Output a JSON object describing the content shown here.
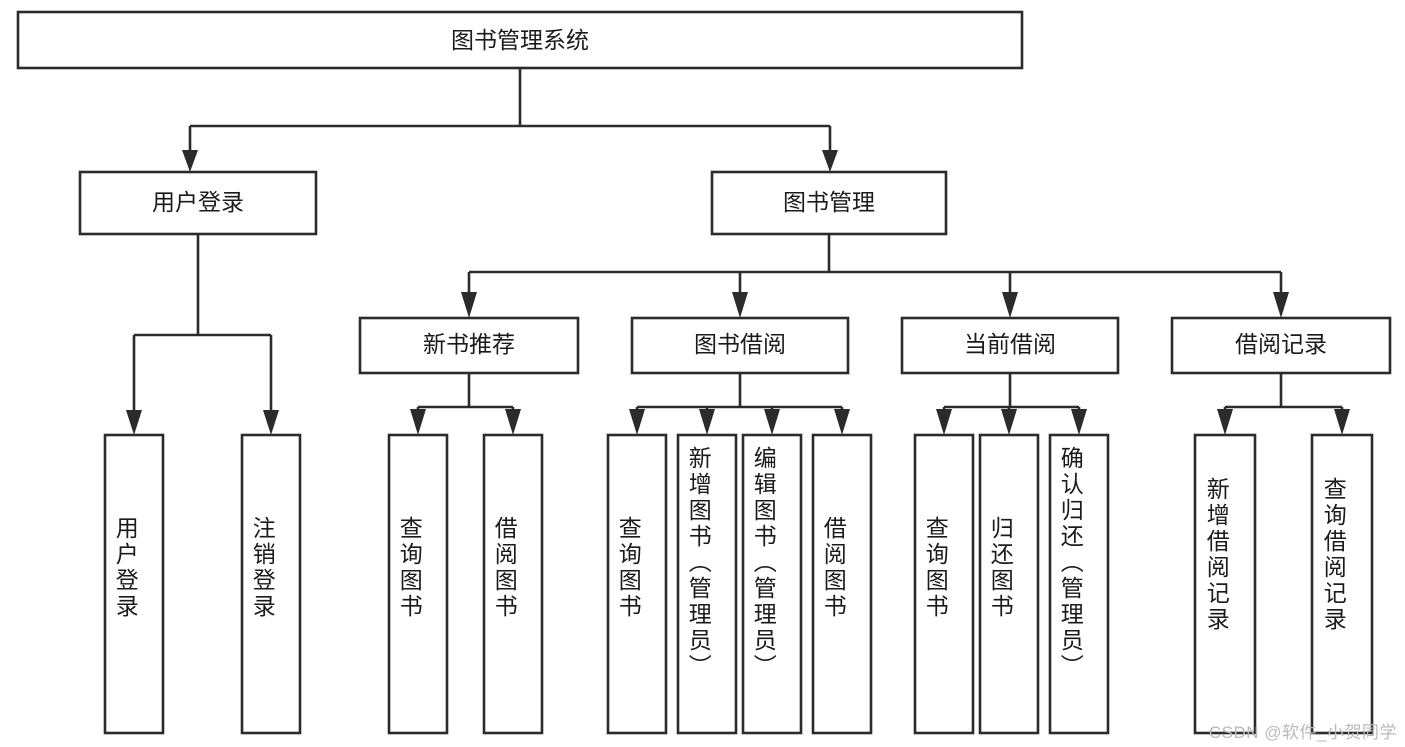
{
  "diagram": {
    "type": "tree-hierarchy-flowchart",
    "title": "图书管理系统",
    "background": "#ffffff",
    "stroke_color": "#2b2b2b",
    "text_color": "#1b1b1b",
    "nodes": {
      "root": {
        "label": "图书管理系统",
        "orientation": "horizontal"
      },
      "level2": [
        {
          "id": "user-login",
          "label": "用户登录",
          "orientation": "horizontal"
        },
        {
          "id": "book-manage",
          "label": "图书管理",
          "orientation": "horizontal"
        }
      ],
      "level3": [
        {
          "id": "new-book-recommend",
          "label": "新书推荐",
          "orientation": "horizontal"
        },
        {
          "id": "book-borrow",
          "label": "图书借阅",
          "orientation": "horizontal"
        },
        {
          "id": "current-borrow",
          "label": "当前借阅",
          "orientation": "horizontal"
        },
        {
          "id": "borrow-record",
          "label": "借阅记录",
          "orientation": "horizontal"
        }
      ],
      "leaves": [
        {
          "id": "leaf-user-login",
          "label": "用户登录",
          "parent": "user-login",
          "orientation": "vertical"
        },
        {
          "id": "leaf-user-logout",
          "label": "注销登录",
          "parent": "user-login",
          "orientation": "vertical"
        },
        {
          "id": "leaf-query-book-1",
          "label": "查询图书",
          "parent": "new-book-recommend",
          "orientation": "vertical"
        },
        {
          "id": "leaf-borrow-book-1",
          "label": "借阅图书",
          "parent": "new-book-recommend",
          "orientation": "vertical"
        },
        {
          "id": "leaf-query-book-2",
          "label": "查询图书",
          "parent": "book-borrow",
          "orientation": "vertical"
        },
        {
          "id": "leaf-add-book",
          "label": "新增图书（管理员）",
          "parent": "book-borrow",
          "orientation": "vertical"
        },
        {
          "id": "leaf-edit-book",
          "label": "编辑图书（管理员）",
          "parent": "book-borrow",
          "orientation": "vertical"
        },
        {
          "id": "leaf-borrow-book-2",
          "label": "借阅图书",
          "parent": "book-borrow",
          "orientation": "vertical"
        },
        {
          "id": "leaf-query-book-3",
          "label": "查询图书",
          "parent": "current-borrow",
          "orientation": "vertical"
        },
        {
          "id": "leaf-return-book",
          "label": "归还图书",
          "parent": "current-borrow",
          "orientation": "vertical"
        },
        {
          "id": "leaf-confirm-return",
          "label": "确认归还（管理员）",
          "parent": "current-borrow",
          "orientation": "vertical"
        },
        {
          "id": "leaf-add-record",
          "label": "新增借阅记录",
          "parent": "borrow-record",
          "orientation": "vertical"
        },
        {
          "id": "leaf-query-record",
          "label": "查询借阅记录",
          "parent": "borrow-record",
          "orientation": "vertical"
        }
      ]
    }
  },
  "watermark": {
    "text": "CSDN @软件_小贺同学"
  }
}
